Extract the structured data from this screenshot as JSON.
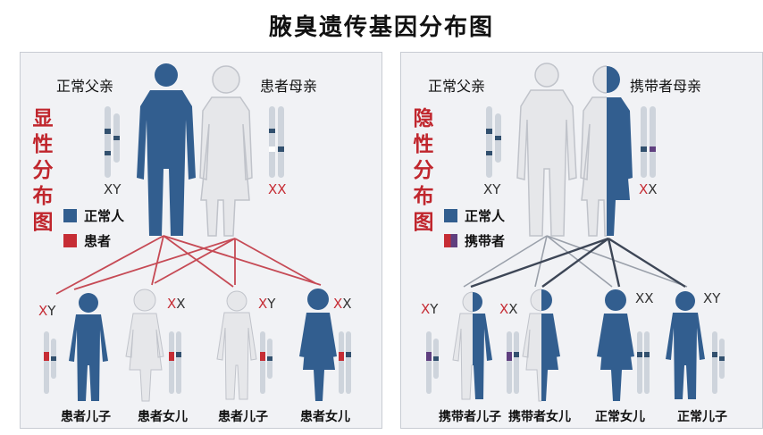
{
  "title": "腋臭遗传基因分布图",
  "colors": {
    "blue": "#325e8f",
    "red": "#c62d35",
    "gray": "#e4e5e8",
    "line_red": "#c64a55",
    "line_gray": "#9aa0aa",
    "line_dark": "#3d4656",
    "carrier": "#5f3f7f"
  },
  "left": {
    "vertical_label": "显性分布图",
    "father_label": "正常父亲",
    "mother_label": "患者母亲",
    "father_genotype": "XY",
    "mother_genotype": "XX",
    "legend": [
      {
        "label": "正常人",
        "color": "blue"
      },
      {
        "label": "患者",
        "color": "red"
      }
    ],
    "children": [
      {
        "label": "患者儿子",
        "genotype": [
          "X",
          "Y"
        ],
        "marked": [
          true,
          false
        ]
      },
      {
        "label": "患者女儿",
        "genotype": [
          "X",
          "X"
        ],
        "marked": [
          true,
          false
        ]
      },
      {
        "label": "患者儿子",
        "genotype": [
          "X",
          "Y"
        ],
        "marked": [
          true,
          false
        ]
      },
      {
        "label": "患者女儿",
        "genotype": [
          "X",
          "X"
        ],
        "marked": [
          true,
          false
        ]
      }
    ]
  },
  "right": {
    "vertical_label": "隐性分布图",
    "father_label": "正常父亲",
    "mother_label": "携带者母亲",
    "father_genotype": "XY",
    "mother_genotype": "XX",
    "legend": [
      {
        "label": "正常人",
        "color": "blue"
      },
      {
        "label": "携带者",
        "color": "carrier"
      }
    ],
    "children": [
      {
        "label": "携带者儿子",
        "genotype": [
          "X",
          "Y"
        ],
        "marked": [
          true,
          false
        ]
      },
      {
        "label": "携带者女儿",
        "genotype": [
          "X",
          "X"
        ],
        "marked": [
          true,
          false
        ]
      },
      {
        "label": "正常女儿",
        "genotype": [
          "X",
          "X"
        ],
        "marked": [
          false,
          false
        ]
      },
      {
        "label": "正常儿子",
        "genotype": [
          "X",
          "Y"
        ],
        "marked": [
          false,
          false
        ]
      }
    ]
  }
}
